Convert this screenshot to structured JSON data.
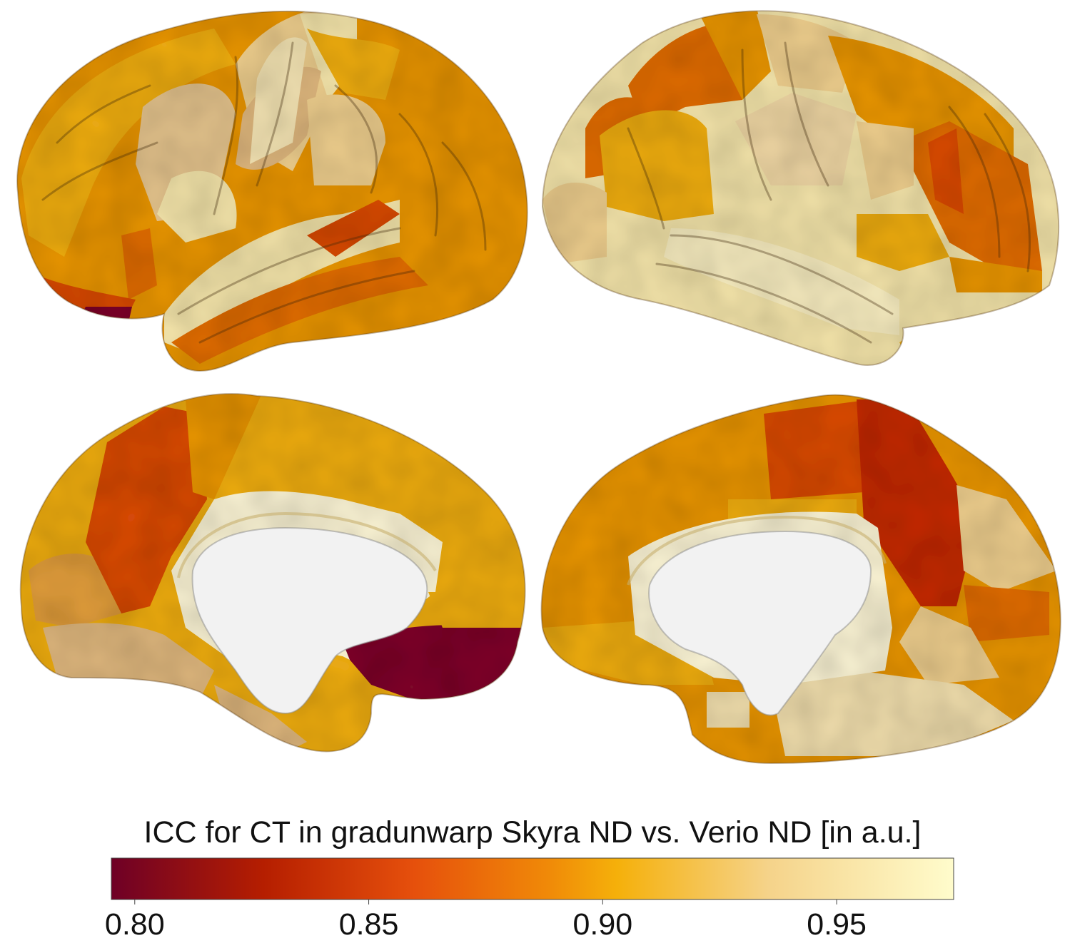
{
  "colorbar": {
    "title": "ICC for CT in gradunwarp Skyra ND vs. Verio ND [in a.u.]",
    "ticks": [
      "0.80",
      "0.85",
      "0.90",
      "0.95"
    ],
    "tick_values": [
      0.8,
      0.85,
      0.9,
      0.95
    ],
    "range": [
      0.795,
      0.975
    ],
    "colormap": [
      "#6e0026",
      "#b51e00",
      "#e6500c",
      "#f08a08",
      "#f5b00a",
      "#f7d68a",
      "#fffccc"
    ]
  },
  "views": [
    "left-lateral",
    "right-lateral",
    "left-medial",
    "right-medial"
  ],
  "colors": {
    "pale": "#eedfa6",
    "light": "#e8c98a",
    "tan": "#d9b27a",
    "gold": "#e8a818",
    "orange": "#e3920e",
    "deep-orange": "#dc6a0a",
    "red-orange": "#d44a08",
    "red": "#c02c06",
    "maroon": "#7c0a2a",
    "white-matter": "#f2f2f2"
  }
}
